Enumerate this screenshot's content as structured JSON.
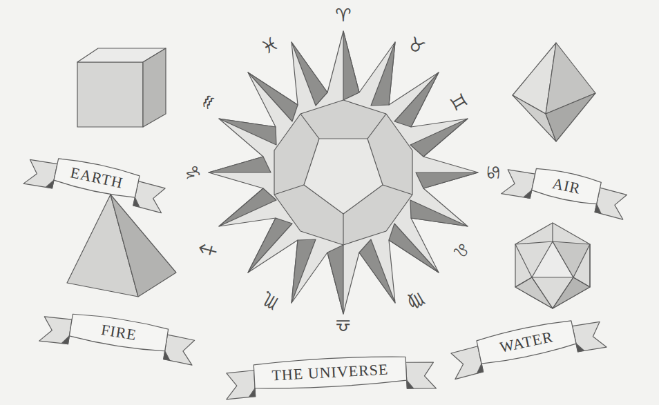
{
  "diagram": {
    "nodes": [
      {
        "text": [
          "EARTH"
        ]
      },
      {
        "text": [
          "AIR"
        ]
      },
      {
        "text": [
          "FIRE"
        ]
      },
      {
        "text": [
          "THE UNIVERSE"
        ]
      },
      {
        "text": [
          "WATER"
        ]
      }
    ],
    "labels": [
      "♈",
      "♉",
      "♊",
      "♋",
      "♌",
      "♍",
      "♎",
      "♏",
      "♐",
      "♑",
      "♒",
      "♓"
    ]
  }
}
